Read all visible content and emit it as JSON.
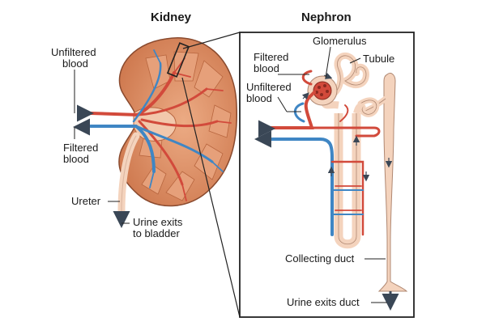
{
  "titles": {
    "kidney": "Kidney",
    "nephron": "Nephron"
  },
  "kidney_labels": {
    "unfiltered_blood": [
      "Unfiltered",
      "blood"
    ],
    "filtered_blood": [
      "Filtered",
      "blood"
    ],
    "ureter": "Ureter",
    "urine_exits": [
      "Urine exits",
      "to bladder"
    ]
  },
  "nephron_labels": {
    "glomerulus": "Glomerulus",
    "tubule": "Tubule",
    "filtered_blood": [
      "Filtered",
      "blood"
    ],
    "unfiltered_blood": [
      "Unfiltered",
      "blood"
    ],
    "collecting_duct": "Collecting duct",
    "urine_exits_duct": "Urine exits duct"
  },
  "colors": {
    "artery": "#d24a3b",
    "vein": "#3f86c4",
    "kidney_tissue": "#d98b62",
    "tubule": "#f4d3bd",
    "outline": "#222222",
    "arrow": "#3a4756"
  }
}
